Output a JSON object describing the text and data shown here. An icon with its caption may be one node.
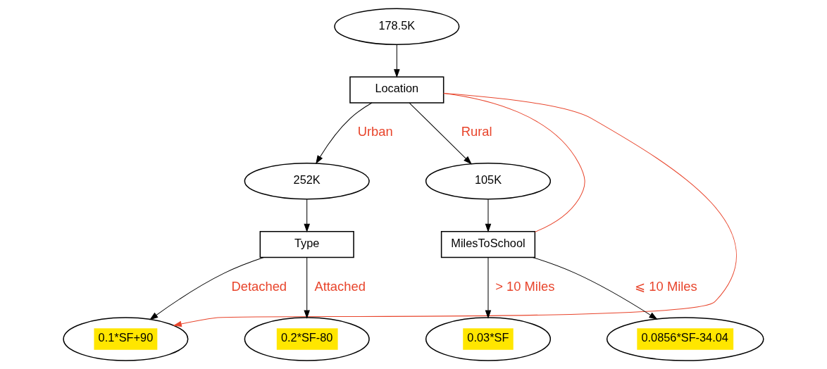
{
  "diagram": {
    "nodes": [
      {
        "text": [
          "178.5K"
        ]
      },
      {
        "text": [
          "Location"
        ]
      },
      {
        "text": [
          "252K"
        ]
      },
      {
        "text": [
          "105K"
        ]
      },
      {
        "text": [
          "Type"
        ]
      },
      {
        "text": [
          "MilesToSchool"
        ]
      },
      {
        "text": [
          "0.1*SF+90"
        ]
      },
      {
        "text": [
          "0.2*SF-80"
        ]
      },
      {
        "text": [
          "0.03*SF"
        ]
      },
      {
        "text": [
          "0.0856*SF-34.04"
        ]
      }
    ],
    "edges": [
      {
        "from": 0,
        "to": 1,
        "arrow": "to"
      },
      {
        "from": 1,
        "to": 2,
        "arrow": "to",
        "label": "Urban"
      },
      {
        "from": 1,
        "to": 3,
        "arrow": "to",
        "label": "Rural"
      },
      {
        "from": 2,
        "to": 4,
        "arrow": "to"
      },
      {
        "from": 3,
        "to": 5,
        "arrow": "to"
      },
      {
        "from": 4,
        "to": 6,
        "arrow": "to",
        "label": "Detached"
      },
      {
        "from": 4,
        "to": 7,
        "arrow": "to",
        "label": "Attached"
      },
      {
        "from": 5,
        "to": 8,
        "arrow": "to",
        "label": "> 10 Miles"
      },
      {
        "from": 5,
        "to": 9,
        "arrow": "to",
        "label": "⩽ 10 Miles"
      },
      {
        "from": 1,
        "to": 6,
        "arrow": "to",
        "color": "#e8452c"
      },
      {
        "from": 1,
        "to": 5,
        "arrow": "none",
        "color": "#e8452c"
      }
    ]
  }
}
